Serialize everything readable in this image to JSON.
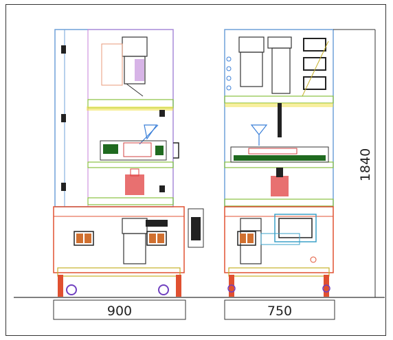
{
  "dimensions": {
    "front_width": "900",
    "side_width": "750",
    "height": "1840"
  }
}
